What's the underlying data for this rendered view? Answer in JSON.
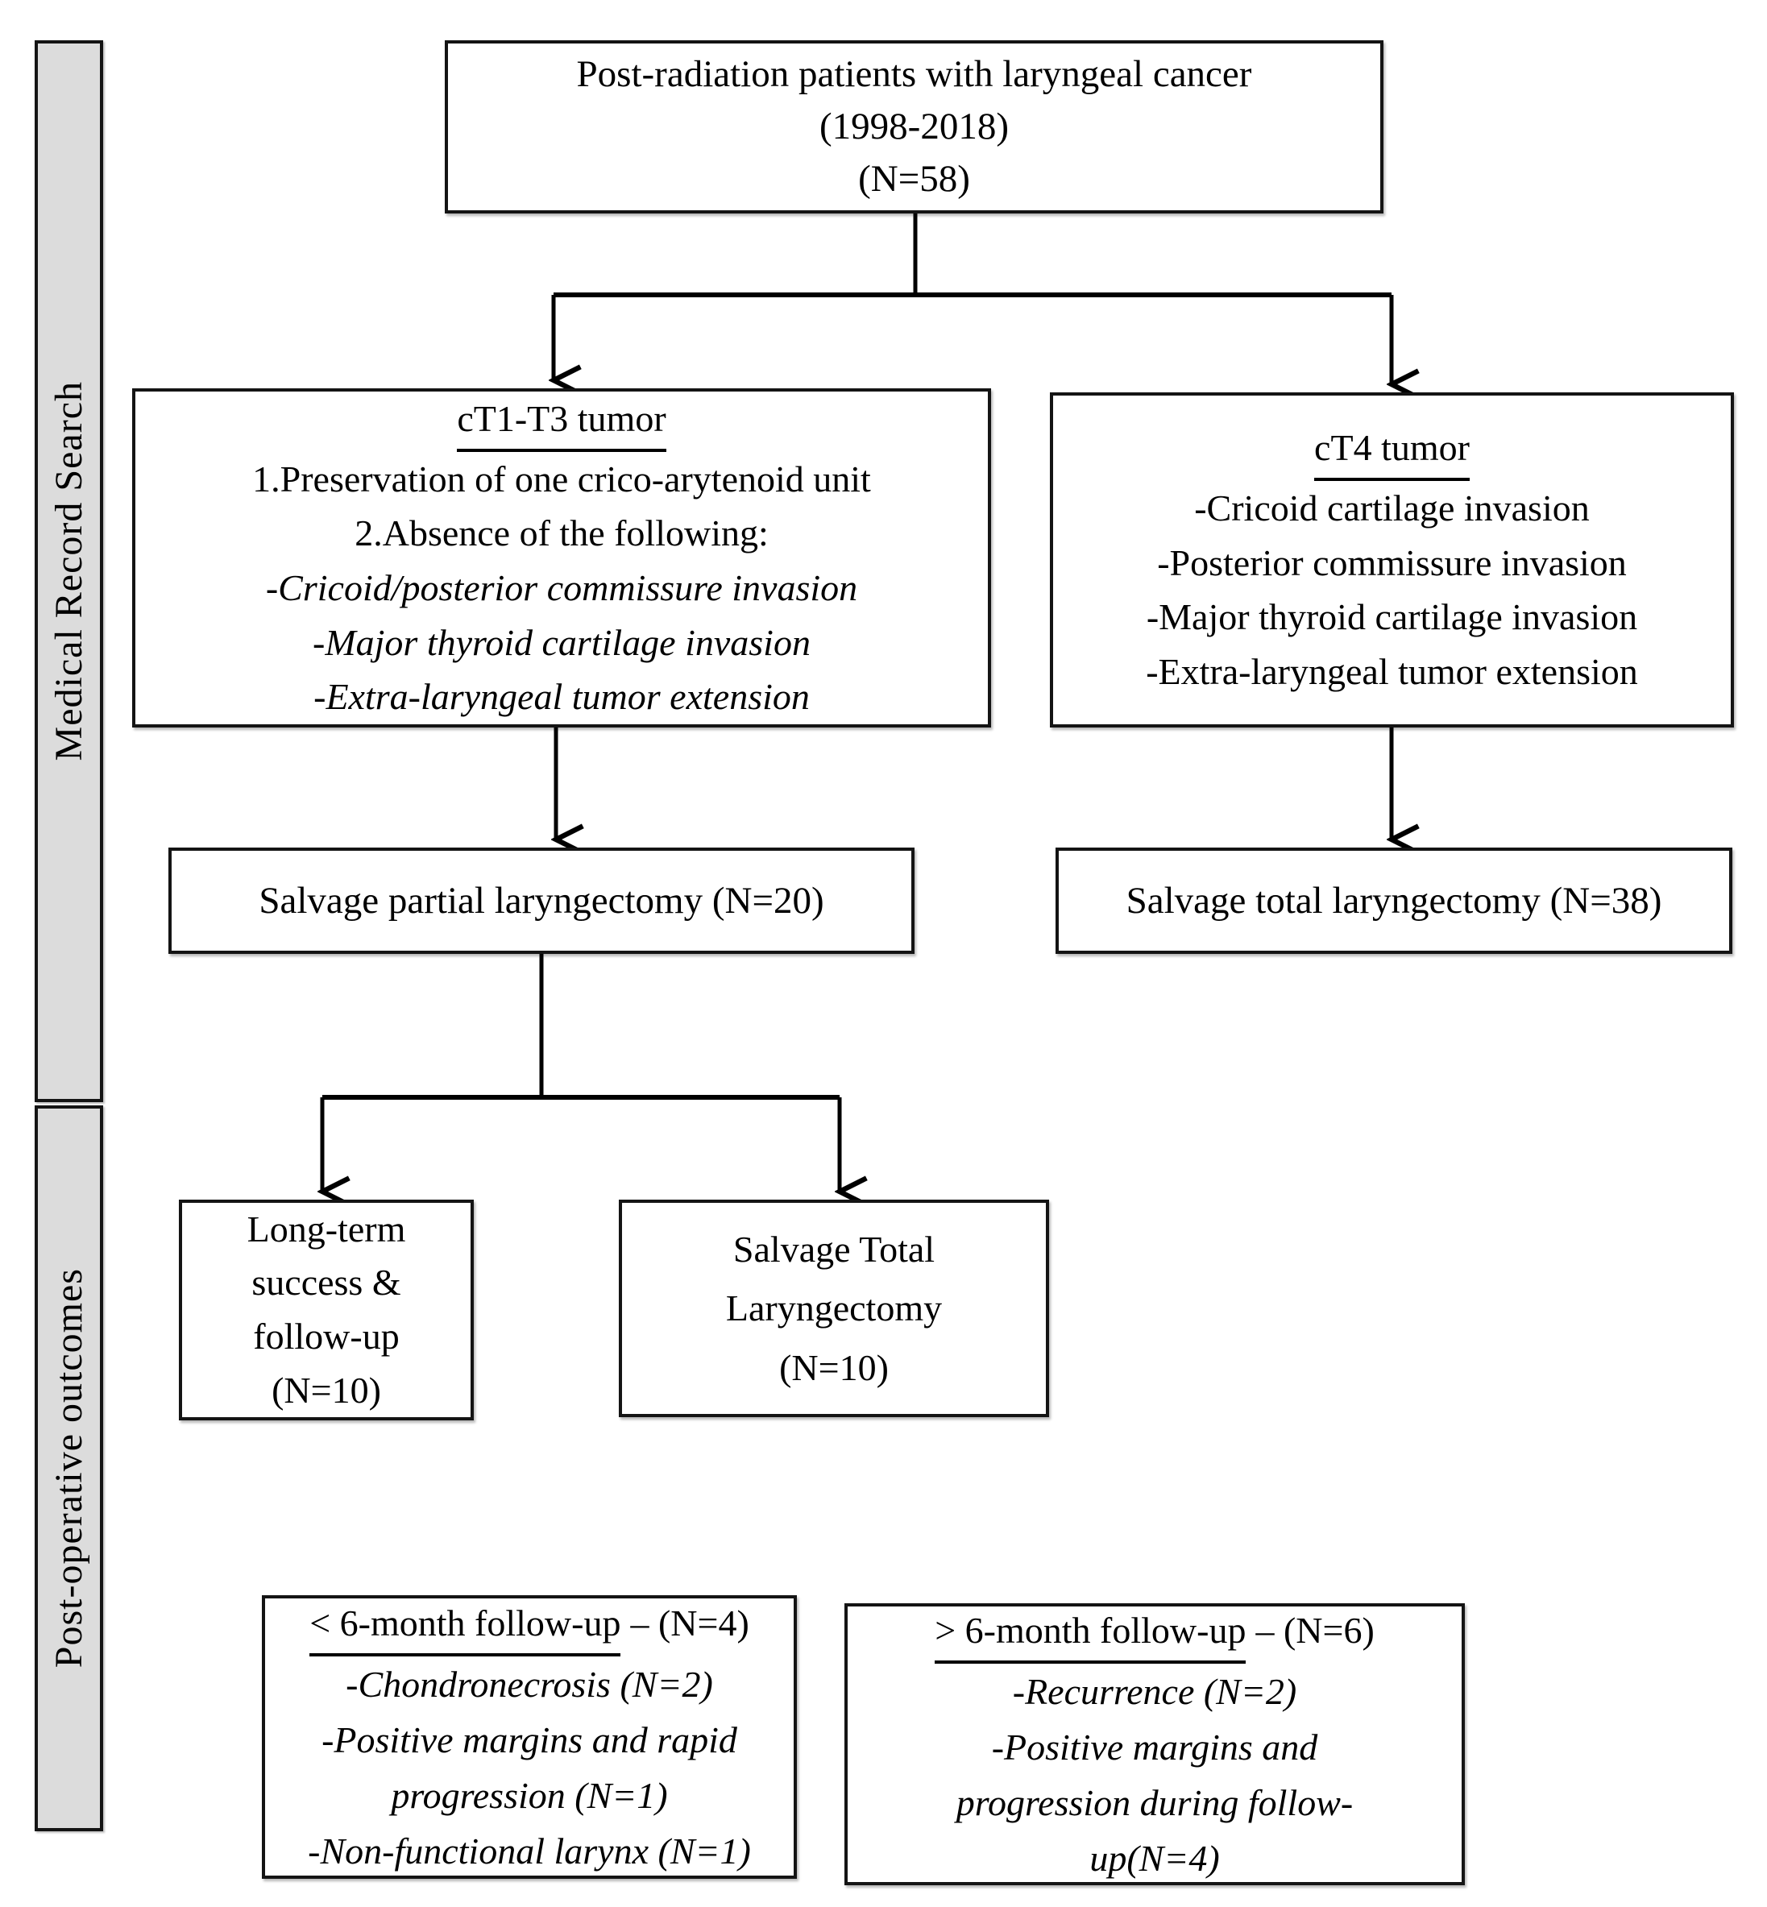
{
  "figure": {
    "sidebar": {
      "sections": [
        {
          "label": "Medical Record Search"
        },
        {
          "label": "Post-operative outcomes"
        }
      ]
    },
    "boxes": {
      "root": {
        "lines": [
          "Post-radiation patients with laryngeal cancer",
          "(1998-2018)",
          "(N=58)"
        ]
      },
      "ct1_t3": {
        "title": "cT1-T3 tumor",
        "criteria": [
          "1.Preservation of one crico-arytenoid unit",
          "2.Absence of the following:"
        ],
        "exclusions": [
          "-Cricoid/posterior commissure invasion",
          "-Major thyroid cartilage invasion",
          "-Extra-laryngeal tumor extension"
        ]
      },
      "ct4": {
        "title": "cT4 tumor",
        "features": [
          "-Cricoid cartilage invasion",
          "-Posterior commissure invasion",
          "-Major thyroid cartilage invasion",
          "-Extra-laryngeal tumor extension"
        ]
      },
      "salvage_partial": {
        "label": "Salvage partial laryngectomy (N=20)"
      },
      "salvage_total": {
        "label": "Salvage total laryngectomy (N=38)"
      },
      "long_term": {
        "lines": [
          "Long-term",
          "success &",
          "follow-up",
          "(N=10)"
        ]
      },
      "salvage_total_followup": {
        "lines": [
          "Salvage Total",
          "Laryngectomy",
          "(N=10)"
        ]
      },
      "under_6mo": {
        "title_underlined": "< 6-month follow-up",
        "title_rest": "– (N=4)",
        "details": [
          "-Chondronecrosis (N=2)",
          "-Positive margins and rapid",
          "progression (N=1)",
          "-Non-functional larynx (N=1)"
        ]
      },
      "over_6mo": {
        "title_underlined": "> 6-month follow-up",
        "title_rest": "– (N=6)",
        "details": [
          "-Recurrence (N=2)",
          "-Positive margins and",
          "progression during follow-",
          "up(N=4)"
        ]
      }
    },
    "colors": {
      "sidebar_bg": "#dcdcdc",
      "border": "#141414",
      "text": "#000000",
      "background": "#ffffff"
    }
  }
}
